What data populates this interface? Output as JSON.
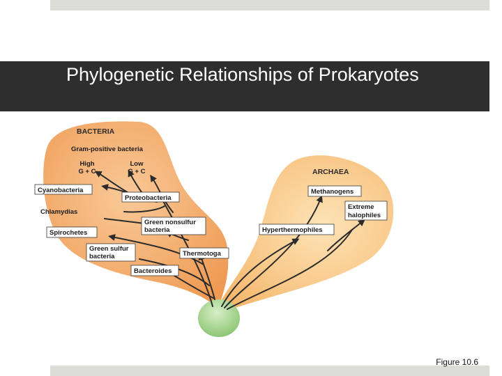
{
  "slide": {
    "title": "Phylogenetic Relationships of Prokaryotes",
    "caption": "Figure 10.6"
  },
  "diagram": {
    "bacteria": {
      "heading": "BACTERIA",
      "group": "Gram-positive bacteria",
      "high": "High",
      "low": "Low",
      "gc": "G + C",
      "cyanobacteria": "Cyanobacteria",
      "proteobacteria": "Proteobacteria",
      "chlamydias": "Chlamydias",
      "green_nonsulfur_1": "Green nonsulfur",
      "green_nonsulfur_2": "bacteria",
      "spirochetes": "Spirochetes",
      "green_sulfur_1": "Green sulfur",
      "green_sulfur_2": "bacteria",
      "thermotoga": "Thermotoga",
      "bacteroides": "Bacteroides"
    },
    "archaea": {
      "heading": "ARCHAEA",
      "methanogens": "Methanogens",
      "extreme_1": "Extreme",
      "extreme_2": "halophiles",
      "hyperthermophiles": "Hyperthermophiles"
    },
    "colors": {
      "bacteria_fill": "#f3a561",
      "archaea_fill": "#fbc98a",
      "root": "#9fd283"
    }
  }
}
